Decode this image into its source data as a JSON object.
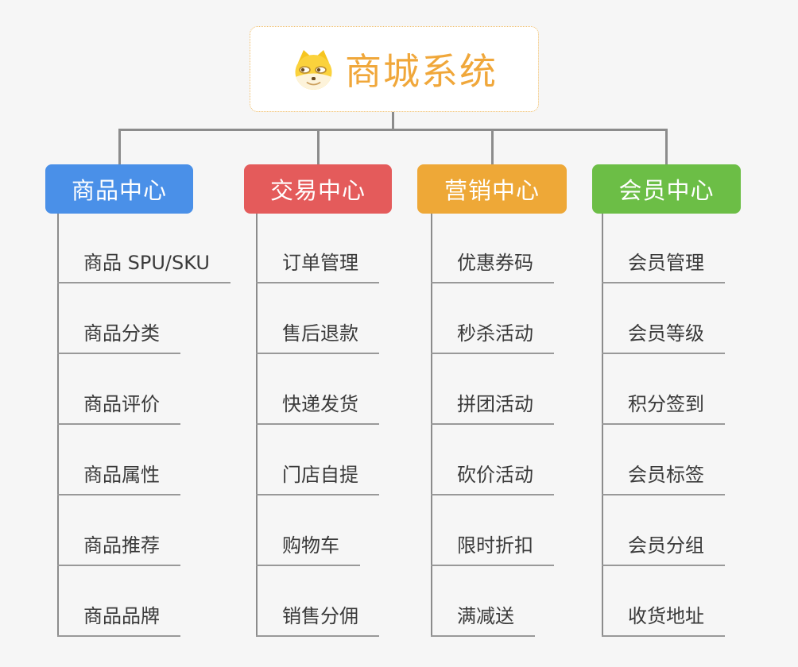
{
  "root": {
    "title": "商城系统",
    "icon": "doge-icon"
  },
  "branches": [
    {
      "label": "商品中心",
      "color": "#4A90E8",
      "items": [
        "商品 SPU/SKU",
        "商品分类",
        "商品评价",
        "商品属性",
        "商品推荐",
        "商品品牌"
      ]
    },
    {
      "label": "交易中心",
      "color": "#E45B5B",
      "items": [
        "订单管理",
        "售后退款",
        "快递发货",
        "门店自提",
        "购物车",
        "销售分佣"
      ]
    },
    {
      "label": "营销中心",
      "color": "#EEA837",
      "items": [
        "优惠券码",
        "秒杀活动",
        "拼团活动",
        "砍价活动",
        "限时折扣",
        "满减送"
      ]
    },
    {
      "label": "会员中心",
      "color": "#6CBE46",
      "items": [
        "会员管理",
        "会员等级",
        "积分签到",
        "会员标签",
        "会员分组",
        "收货地址"
      ]
    }
  ],
  "colors": {
    "background": "#F6F6F6",
    "connector": "#8C8C8C",
    "underline": "#999999",
    "item_text": "#3A3A3A",
    "root_accent": "#F0A73A",
    "root_border": "#EFBC66"
  }
}
